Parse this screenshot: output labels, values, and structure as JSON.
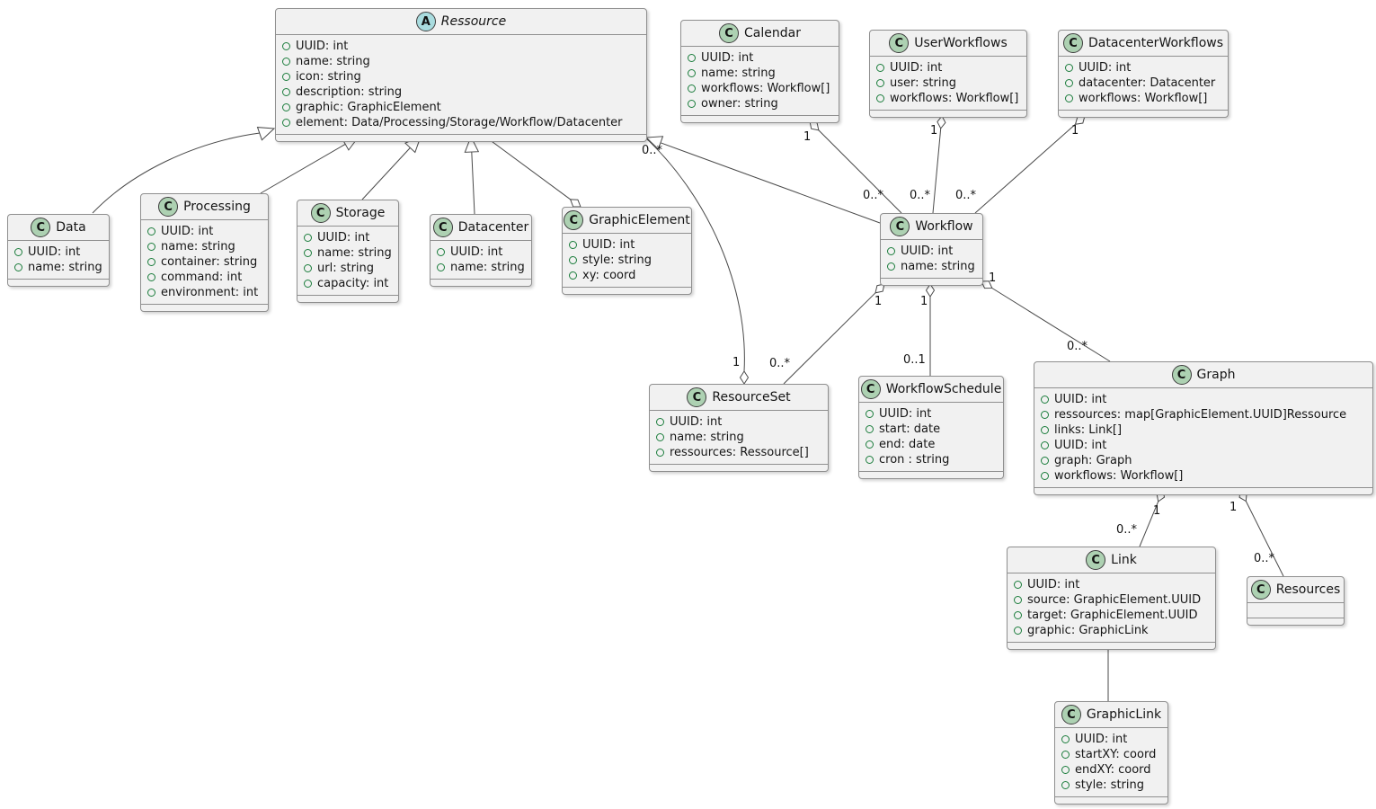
{
  "diagram": {
    "kind": "uml-class-diagram",
    "colors": {
      "box_fill": "#f1f1f1",
      "box_border": "#8f8f8f",
      "class_circle": "#ADD1B2",
      "abstract_circle": "#A9DCDF",
      "field_circle": "#1b7d3c",
      "line": "#4a4a4a"
    },
    "classes": [
      {
        "id": "ressource",
        "stereotype": "A",
        "name": "Ressource",
        "abstract": true,
        "attributes": [
          "UUID: int",
          "name: string",
          "icon: string",
          "description: string",
          "graphic: GraphicElement",
          "element: Data/Processing/Storage/Workflow/Datacenter"
        ]
      },
      {
        "id": "data",
        "stereotype": "C",
        "name": "Data",
        "attributes": [
          "UUID: int",
          "name: string"
        ]
      },
      {
        "id": "processing",
        "stereotype": "C",
        "name": "Processing",
        "attributes": [
          "UUID: int",
          "name: string",
          "container: string",
          "command: int",
          "environment: int"
        ]
      },
      {
        "id": "storage",
        "stereotype": "C",
        "name": "Storage",
        "attributes": [
          "UUID: int",
          "name: string",
          "url: string",
          "capacity: int"
        ]
      },
      {
        "id": "datacenter",
        "stereotype": "C",
        "name": "Datacenter",
        "attributes": [
          "UUID: int",
          "name: string"
        ]
      },
      {
        "id": "graphicelement",
        "stereotype": "C",
        "name": "GraphicElement",
        "attributes": [
          "UUID: int",
          "style: string",
          "xy: coord"
        ]
      },
      {
        "id": "calendar",
        "stereotype": "C",
        "name": "Calendar",
        "attributes": [
          "UUID: int",
          "name: string",
          "workflows: Workflow[]",
          "owner: string"
        ]
      },
      {
        "id": "userworkflows",
        "stereotype": "C",
        "name": "UserWorkflows",
        "attributes": [
          "UUID: int",
          "user: string",
          "workflows: Workflow[]"
        ]
      },
      {
        "id": "datacenterworkflows",
        "stereotype": "C",
        "name": "DatacenterWorkflows",
        "attributes": [
          "UUID: int",
          "datacenter: Datacenter",
          "workflows: Workflow[]"
        ]
      },
      {
        "id": "workflow",
        "stereotype": "C",
        "name": "Workflow",
        "attributes": [
          "UUID: int",
          "name: string"
        ]
      },
      {
        "id": "resourceset",
        "stereotype": "C",
        "name": "ResourceSet",
        "attributes": [
          "UUID: int",
          "name: string",
          "ressources: Ressource[]"
        ]
      },
      {
        "id": "workflowschedule",
        "stereotype": "C",
        "name": "WorkflowSchedule",
        "attributes": [
          "UUID: int",
          "start: date",
          "end: date",
          "cron : string"
        ]
      },
      {
        "id": "graph",
        "stereotype": "C",
        "name": "Graph",
        "attributes": [
          "UUID: int",
          "ressources: map[GraphicElement.UUID]Ressource",
          "links: Link[]",
          "UUID: int",
          "graph: Graph",
          "workflows: Workflow[]"
        ]
      },
      {
        "id": "link",
        "stereotype": "C",
        "name": "Link",
        "attributes": [
          "UUID: int",
          "source: GraphicElement.UUID",
          "target: GraphicElement.UUID",
          "graphic: GraphicLink"
        ]
      },
      {
        "id": "resources",
        "stereotype": "C",
        "name": "Resources",
        "attributes": []
      },
      {
        "id": "graphiclink",
        "stereotype": "C",
        "name": "GraphicLink",
        "attributes": [
          "UUID: int",
          "startXY: coord",
          "endXY: coord",
          "style: string"
        ]
      }
    ],
    "relations": [
      {
        "from": "Data",
        "to": "Ressource",
        "type": "generalization"
      },
      {
        "from": "Processing",
        "to": "Ressource",
        "type": "generalization"
      },
      {
        "from": "Storage",
        "to": "Ressource",
        "type": "generalization"
      },
      {
        "from": "Datacenter",
        "to": "Ressource",
        "type": "generalization"
      },
      {
        "from": "Workflow",
        "to": "Ressource",
        "type": "generalization"
      },
      {
        "from": "GraphicElement",
        "to": "Ressource",
        "type": "aggregation",
        "diamond_at": "GraphicElement"
      },
      {
        "from": "ResourceSet",
        "to": "Ressource",
        "type": "aggregation",
        "diamond_at": "ResourceSet",
        "from_mult": "1",
        "to_mult": "0..*"
      },
      {
        "from": "Calendar",
        "to": "Workflow",
        "type": "aggregation",
        "diamond_at": "Calendar",
        "from_mult": "1",
        "to_mult": "0..*"
      },
      {
        "from": "UserWorkflows",
        "to": "Workflow",
        "type": "aggregation",
        "diamond_at": "UserWorkflows",
        "from_mult": "1",
        "to_mult": "0..*"
      },
      {
        "from": "DatacenterWorkflows",
        "to": "Workflow",
        "type": "aggregation",
        "diamond_at": "DatacenterWorkflows",
        "from_mult": "1",
        "to_mult": "0..*"
      },
      {
        "from": "Workflow",
        "to": "ResourceSet",
        "type": "aggregation",
        "diamond_at": "Workflow",
        "from_mult": "1",
        "to_mult": "0..*"
      },
      {
        "from": "Workflow",
        "to": "WorkflowSchedule",
        "type": "aggregation",
        "diamond_at": "Workflow",
        "from_mult": "1",
        "to_mult": "0..1"
      },
      {
        "from": "Workflow",
        "to": "Graph",
        "type": "aggregation",
        "diamond_at": "Workflow",
        "from_mult": "1",
        "to_mult": "0..*"
      },
      {
        "from": "Graph",
        "to": "Link",
        "type": "aggregation",
        "diamond_at": "Graph",
        "from_mult": "1",
        "to_mult": "0..*"
      },
      {
        "from": "Graph",
        "to": "Resources",
        "type": "aggregation",
        "diamond_at": "Graph",
        "from_mult": "1",
        "to_mult": "0..*"
      },
      {
        "from": "Link",
        "to": "GraphicLink",
        "type": "association"
      }
    ]
  }
}
